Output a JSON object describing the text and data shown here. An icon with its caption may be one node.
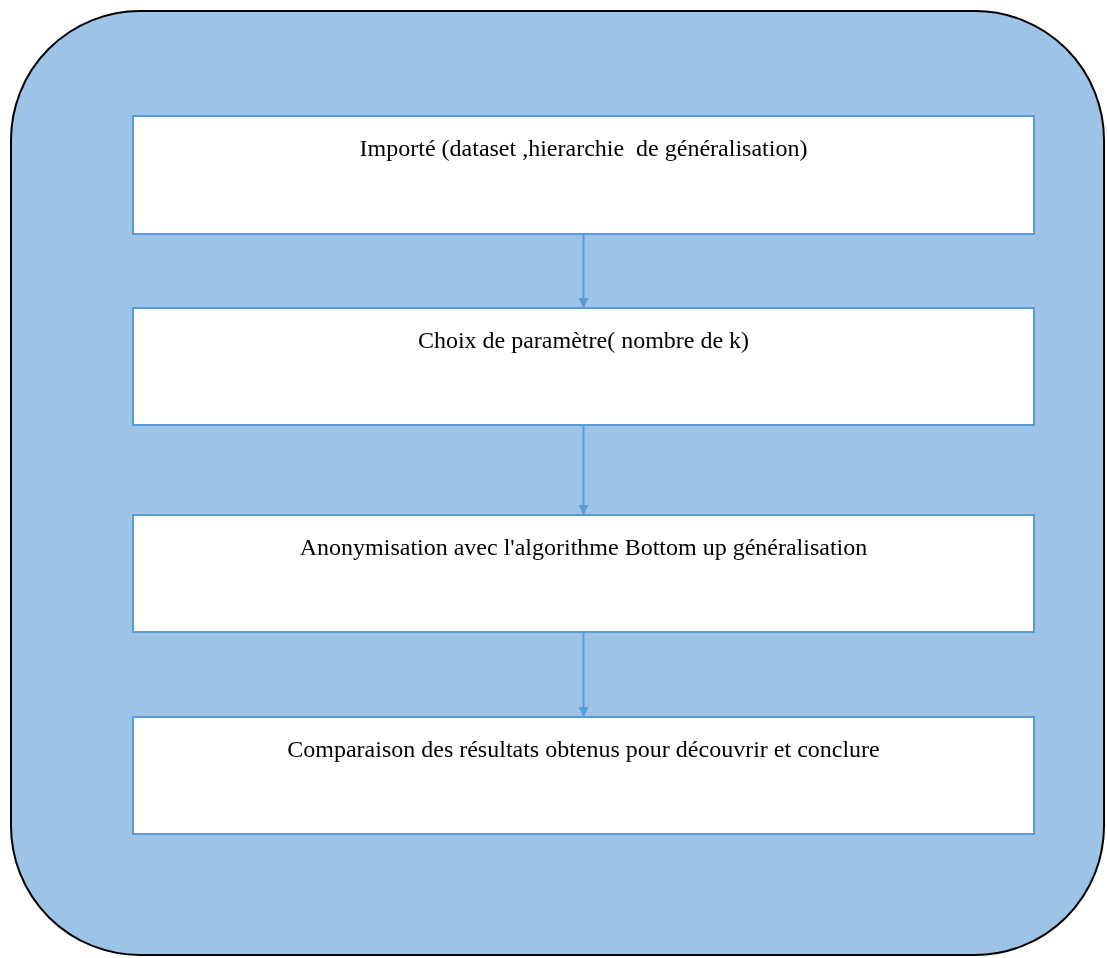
{
  "diagram": {
    "nodes": [
      {
        "text": [],
        "shape": "box"
      },
      {
        "text": [
          "Importé (dataset ,hierarchie  de généralisation)"
        ],
        "in": 0
      },
      {
        "text": [
          "Choix de paramètre( nombre de k)"
        ],
        "in": 0
      },
      {
        "text": [
          "Anonymisation avec l'algorithme Bottom up généralisation"
        ],
        "in": 0
      },
      {
        "text": [
          "Comparaison des résultats obtenus pour découvrir et conclure"
        ],
        "in": 0
      }
    ],
    "edges": [
      {
        "from": 1,
        "to": 2,
        "arrow": "to"
      },
      {
        "from": 2,
        "to": 3,
        "arrow": "to"
      },
      {
        "from": 3,
        "to": 4,
        "arrow": "to"
      }
    ]
  }
}
